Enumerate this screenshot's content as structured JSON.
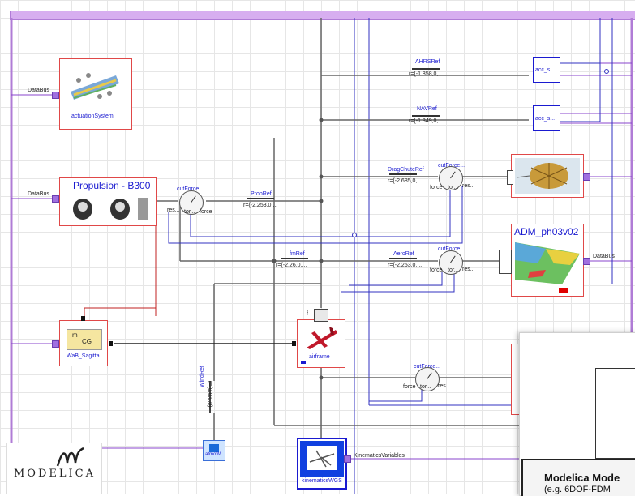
{
  "diagram": {
    "blocks": {
      "actuation": {
        "label": "actuationSystem",
        "bus": "DataBus"
      },
      "propulsion": {
        "title": "Propulsion - B300",
        "bus": "DataBus"
      },
      "wab": {
        "label": "WaB_Sagitta",
        "m": "m",
        "cg": "CG"
      },
      "airframe": {
        "label": "airframe",
        "f": "f"
      },
      "adm": {
        "title": "ADM_ph03v02",
        "bus": "DataBus"
      },
      "kinematics": {
        "label": "kinematicsWGS",
        "out": "KinematicsVariables"
      },
      "windref": {
        "label": "WindRef",
        "value": "r={0,0,0,0}"
      },
      "atmo": {
        "label": "atmoW"
      }
    },
    "refs": {
      "ahrs": {
        "name": "AHRSRef",
        "value": "r={-1.858,0,..."
      },
      "nav": {
        "name": "NAVRef",
        "value": "r={-1.849,0,..."
      },
      "dragchute": {
        "name": "DragChuteRef",
        "value": "r={-2.685,0,..."
      },
      "prop": {
        "name": "PropRef",
        "value": "r={-2.253,0,..."
      },
      "fm": {
        "name": "fmRef",
        "value": "r={-2.26,0,..."
      },
      "aero": {
        "name": "AeroRef",
        "value": "r={-2.253,0,..."
      }
    },
    "sensors": {
      "cut_label": "cutForce...",
      "res": "res...",
      "tor": "tor...",
      "force": "force",
      "acc": "acc_s..."
    },
    "logo": {
      "text": "MODELICA"
    },
    "overlay": {
      "line1": "Modelica Mode",
      "line2": "(e.g. 6DOF-FDM"
    }
  },
  "colors": {
    "block_border": "#e04848",
    "label_blue": "#1a1ad0",
    "bus_purple": "#a070e0",
    "connector_blue": "#3030c0",
    "mech_gray": "#555555"
  }
}
